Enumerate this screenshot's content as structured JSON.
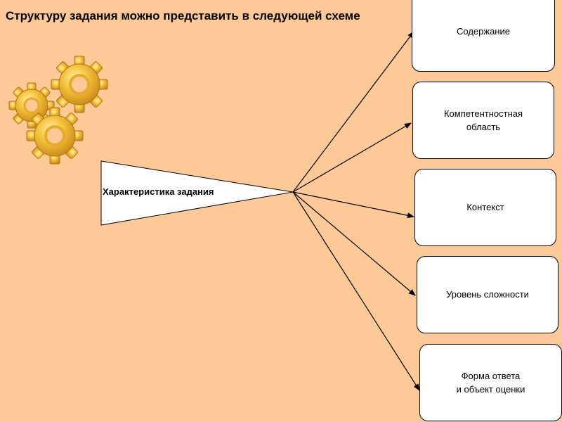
{
  "title": "Структуру задания можно представить в следующей схеме",
  "center_label": "Характеристика задания",
  "boxes": [
    {
      "label": "Содержание"
    },
    {
      "label": "Компетентностная\nобласть"
    },
    {
      "label": "Контекст"
    },
    {
      "label": "Уровень сложности"
    },
    {
      "label": "Форма ответа\nи объект оценки"
    }
  ],
  "colors": {
    "background": "#fdc996",
    "gear": "#f0b62a",
    "gear_shadow": "#c9881a"
  },
  "icons": [
    "gears-icon"
  ]
}
